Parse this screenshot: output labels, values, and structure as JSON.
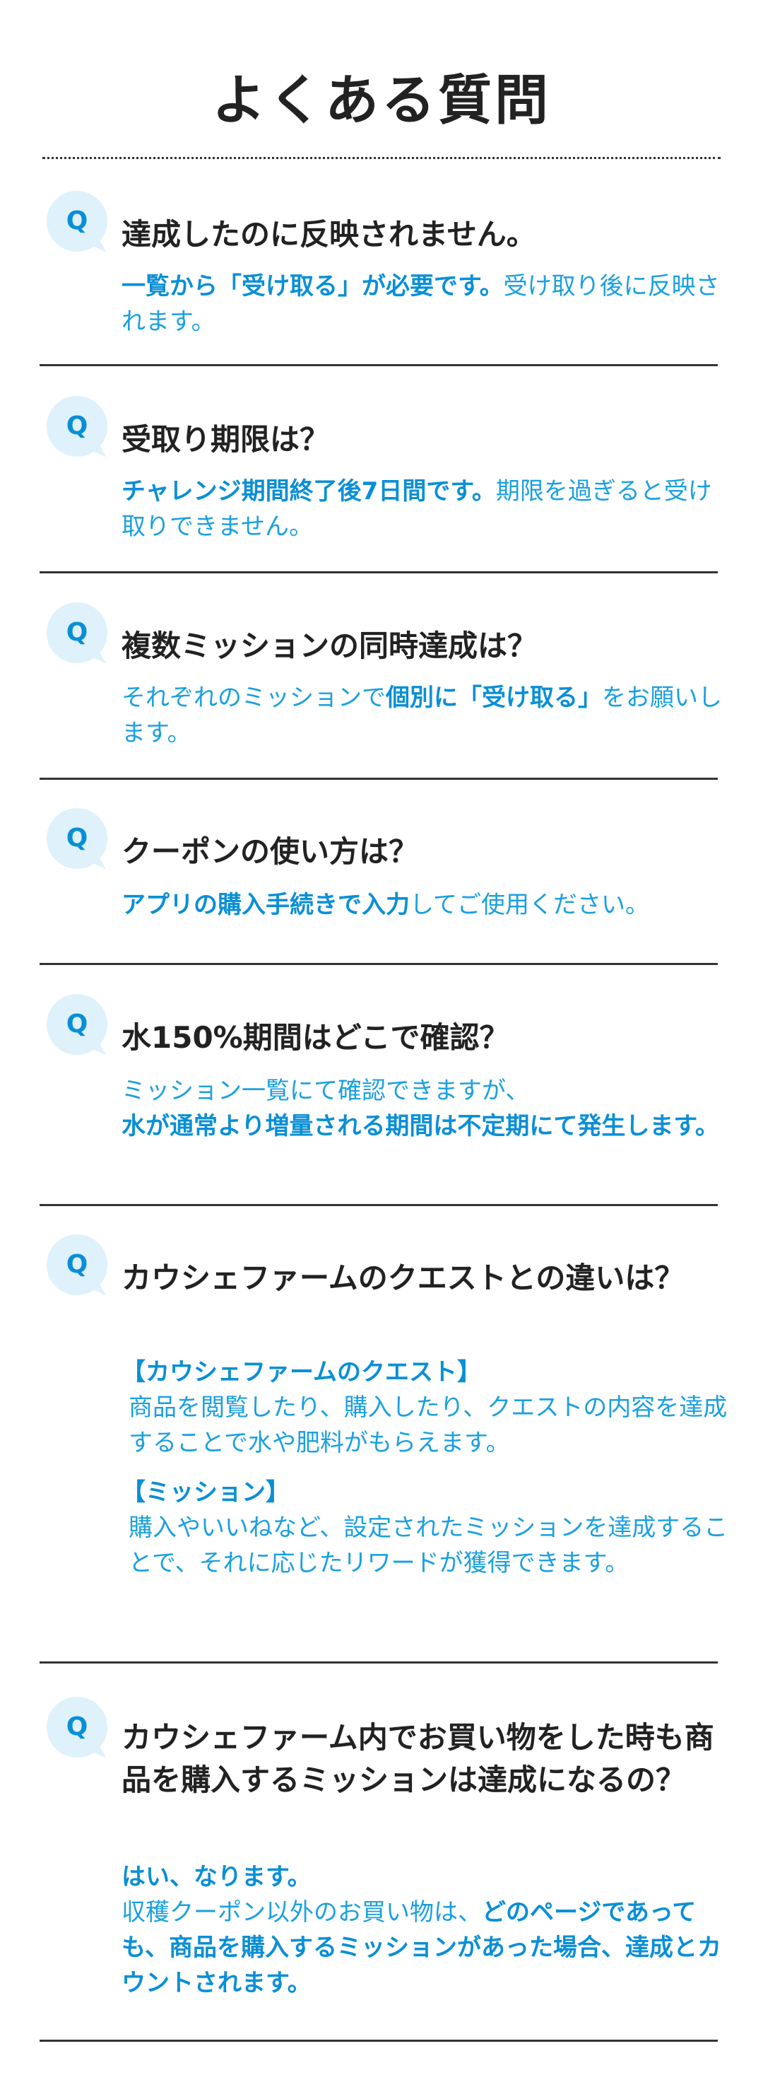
{
  "page_title": "よくある質問",
  "q_label": "Q",
  "faqs": [
    {
      "question": "達成したのに反映されません。",
      "answer_bold": "一覧から「受け取る」が必要です。",
      "answer_rest": "受け取り後に反映されます。"
    },
    {
      "question": "受取り期限は？",
      "answer_bold": "チャレンジ期間終了後7日間です。",
      "answer_rest": "期限を過ぎると受け取りできません。"
    },
    {
      "question": "複数ミッションの同時達成は？",
      "answer_pre": "それぞれのミッションで",
      "answer_bold": "個別に「受け取る」",
      "answer_rest": "をお願いします。"
    },
    {
      "question": "クーポンの使い方は？",
      "answer_bold": "アプリの購入手続きで入力",
      "answer_rest": "してご使用ください。"
    },
    {
      "question": "水150%期間はどこで確認？",
      "answer_pre": "ミッション一覧にて確認できますが、",
      "answer_bold": "水が通常より増量される期間は不定期にて発生します。"
    },
    {
      "question": "カウシェファームのクエストとの違いは？",
      "sections": [
        {
          "heading": "【カウシェファームのクエスト】",
          "body": "商品を閲覧したり、購入したり、クエストの内容を達成することで水や肥料がもらえます。"
        },
        {
          "heading": "【ミッション】",
          "body": "購入やいいねなど、設定されたミッションを達成することで、それに応じたリワードが獲得できます。"
        }
      ]
    },
    {
      "question": "カウシェファーム内でお買い物をした時も商品を購入するミッションは達成になるの？",
      "answer_lead": "はい、なります。",
      "answer_pre": "収穫クーポン以外のお買い物は、",
      "answer_bold": "どのページであっても、商品を購入するミッションがあった場合、達成とカウントされます。"
    }
  ],
  "colors": {
    "accent": "#0a8fd6",
    "answer_text": "#1aa0e0",
    "badge_bg": "#dff1fb",
    "heading_text": "#222222"
  }
}
